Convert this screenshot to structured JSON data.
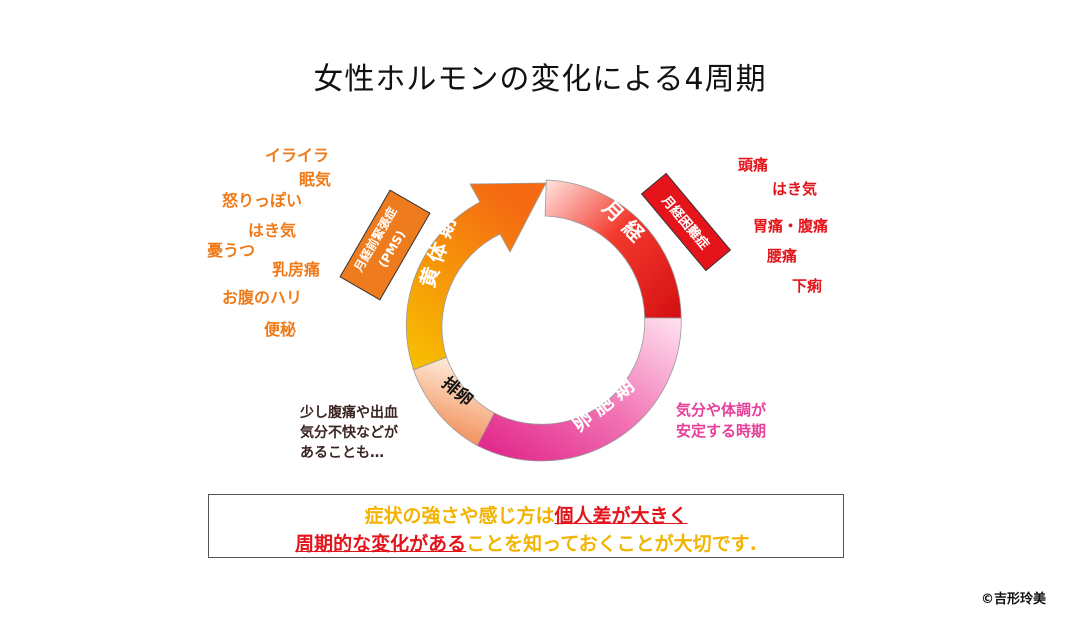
{
  "title": "女性ホルモンの変化による4周期",
  "phases": {
    "menstruation": "月経",
    "follicular": "卵胞期",
    "ovulation": "排卵",
    "luteal": "黄体期"
  },
  "tags": {
    "pms": "月経前緊張症",
    "pms_abbr": "(PMS)",
    "dysmenorrhea": "月経困難症"
  },
  "luteal_symptoms": [
    "イライラ",
    "眠気",
    "怒りっぽい",
    "はき気",
    "憂うつ",
    "乳房痛",
    "お腹のハリ",
    "便秘"
  ],
  "menstrual_symptoms": [
    "頭痛",
    "はき気",
    "胃痛・腹痛",
    "腰痛",
    "下痢"
  ],
  "follicular_note": [
    "気分や体調が",
    "安定する時期"
  ],
  "ovulation_note": [
    "少し腹痛や出血",
    "気分不快などが",
    "あることも…"
  ],
  "note": {
    "line1_a": "症状の強さや感じ方は",
    "line1_b": "個人差が大きく",
    "line2_a": "周期的な変化がある",
    "line2_b": "ことを知っておくことが大切です."
  },
  "copyright": "©吉形玲美",
  "colors": {
    "luteal": "#f07a18",
    "menstruation": "#e4141a",
    "follicular": "#e8409a",
    "highlight": "#f2b400"
  }
}
